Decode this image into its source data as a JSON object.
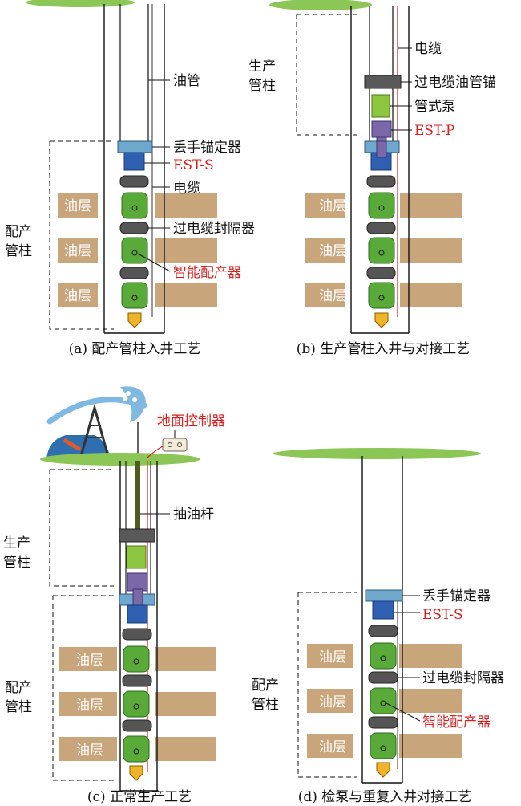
{
  "panels": {
    "a": {
      "caption": "(a) 配产管柱入井工艺",
      "tubing": "油管",
      "anchor": "丢手锚定器",
      "est_s": "EST-S",
      "cable": "电缆",
      "packer": "过电缆封隔器",
      "distributor": "智能配产器",
      "string_line1": "配产",
      "string_line2": "管柱",
      "layers": [
        "油层",
        "油层",
        "油层"
      ]
    },
    "b": {
      "caption": "(b) 生产管柱入井与对接工艺",
      "cable": "电缆",
      "tubing_anchor": "过电缆油管锚",
      "pump": "管式泵",
      "est_p": "EST-P",
      "string_line1": "生产",
      "string_line2": "管柱",
      "layers": [
        "油层",
        "油层",
        "油层"
      ]
    },
    "c": {
      "caption": "(c) 正常生产工艺",
      "controller": "地面控制器",
      "rod": "抽油杆",
      "prod_line1": "生产",
      "prod_line2": "管柱",
      "dist_line1": "配产",
      "dist_line2": "管柱",
      "layers": [
        "油层",
        "油层",
        "油层"
      ]
    },
    "d": {
      "caption": "(d) 检泵与重复入井对接工艺",
      "anchor": "丢手锚定器",
      "est_s": "EST-S",
      "packer": "过电缆封隔器",
      "distributor": "智能配产器",
      "string_line1": "配产",
      "string_line2": "管柱",
      "layers": [
        "油层",
        "油层",
        "油层"
      ]
    }
  },
  "colors": {
    "layer": "#c9a57b",
    "anchor": "#6fa8cc",
    "est_s": "#2f5fb0",
    "est_p": "#7a68a8",
    "distributor": "#5aaa3a",
    "packer": "#555555",
    "tubing_anchor": "#595959",
    "pump": "#8cc63f",
    "guide": "#f0b429",
    "cable": "#d81e1e",
    "grass": "#8cc657"
  }
}
